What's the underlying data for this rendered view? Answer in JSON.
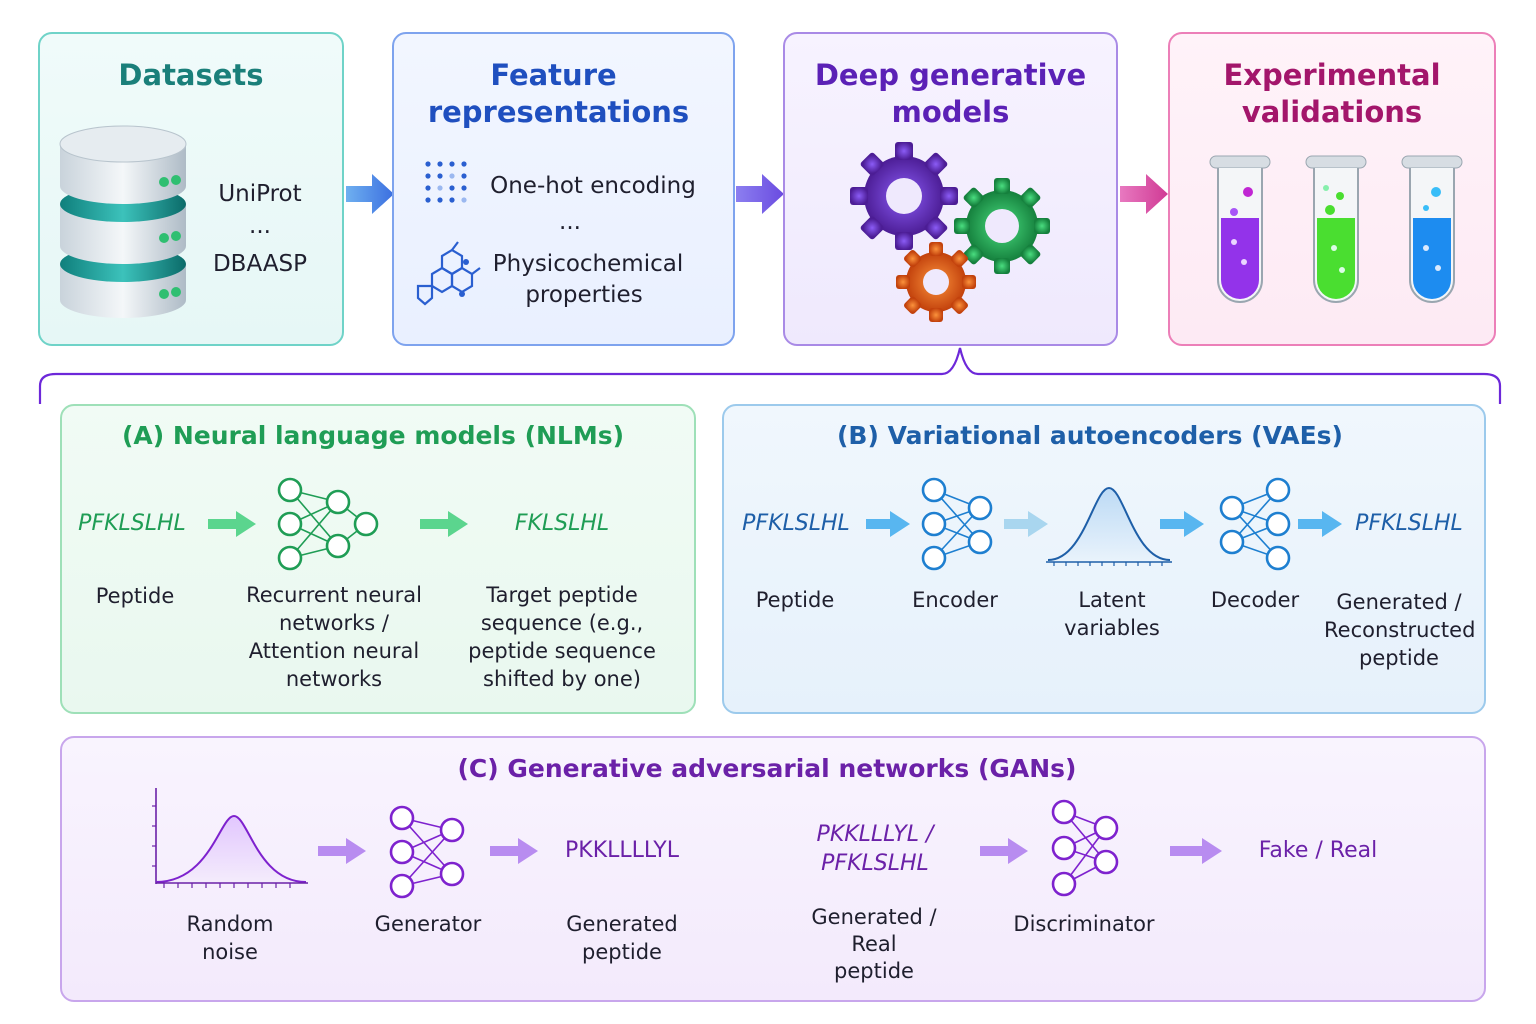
{
  "top": {
    "datasets": {
      "title": "Datasets",
      "items": [
        "UniProt",
        "...",
        "DBAASP"
      ]
    },
    "features": {
      "title_line1": "Feature",
      "title_line2": "representations",
      "item1": "One-hot encoding",
      "dots": "...",
      "item2_line1": "Physicochemical",
      "item2_line2": "properties"
    },
    "models": {
      "title_line1": "Deep generative",
      "title_line2": "models"
    },
    "validation": {
      "title_line1": "Experimental",
      "title_line2": "validations"
    }
  },
  "nlm": {
    "title": "(A) Neural language models (NLMs)",
    "input_seq": "PFKLSLHL",
    "output_seq": "FKLSLHL",
    "labels": {
      "peptide": "Peptide",
      "rnn": [
        "Recurrent neural",
        "networks /",
        "Attention neural",
        "networks"
      ],
      "target": [
        "Target peptide",
        "sequence (e.g.,",
        "peptide sequence",
        "shifted by one)"
      ]
    }
  },
  "vae": {
    "title": "(B) Variational autoencoders (VAEs)",
    "input_seq": "PFKLSLHL",
    "output_seq": "PFKLSLHL",
    "labels": {
      "peptide": "Peptide",
      "encoder": "Encoder",
      "latent": [
        "Latent",
        "variables"
      ],
      "decoder": "Decoder",
      "generated": [
        "Generated /",
        "Reconstructed",
        "peptide"
      ]
    }
  },
  "gan": {
    "title": "(C) Generative adversarial networks (GANs)",
    "generated_seq": "PKKLLLLYL",
    "pair_seq": [
      "PKKLLLYL /",
      "PFKLSLHL"
    ],
    "result": "Fake / Real",
    "labels": {
      "noise": [
        "Random",
        "noise"
      ],
      "generator": "Generator",
      "generated": [
        "Generated",
        "peptide"
      ],
      "gen_real": [
        "Generated /",
        "Real",
        "peptide"
      ],
      "discriminator": "Discriminator"
    }
  },
  "colors": {
    "teal": "#1a7f7a",
    "blue": "#1f4fbf",
    "purple": "#5b21b6",
    "magenta": "#a3166b",
    "green": "#1f9d55",
    "vae_blue": "#1e5fa8",
    "gan_purple": "#6b21a8"
  }
}
